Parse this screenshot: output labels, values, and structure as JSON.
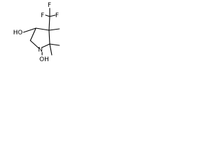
{
  "structure": {
    "atoms": {
      "f_top": "F",
      "f_left": "F",
      "f_right": "F",
      "hydroxy_left": "HO",
      "ring_nitrogen": "N",
      "hydroxy_on_nitrogen": "OH"
    }
  },
  "colors": {
    "bond": "#000000",
    "text": "#000000",
    "background": "#ffffff"
  }
}
